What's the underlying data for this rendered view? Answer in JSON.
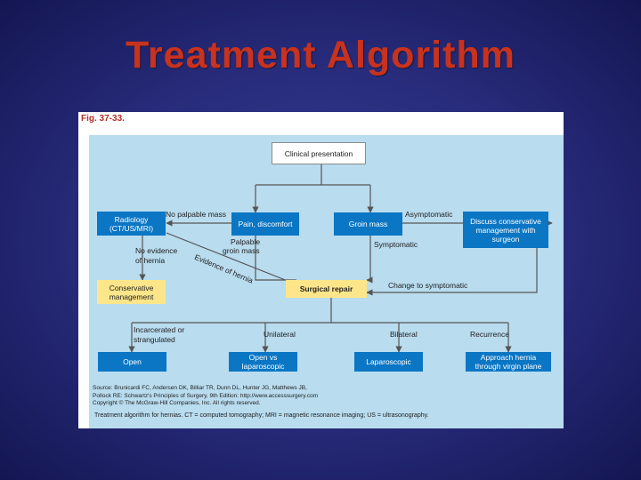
{
  "slide": {
    "title": "Treatment Algorithm"
  },
  "figure": {
    "label": "Fig. 37-33.",
    "nodes": {
      "clinical": "Clinical presentation",
      "radiology": "Radiology (CT/US/MRI)",
      "pain": "Pain, discomfort",
      "groin": "Groin mass",
      "discuss": "Discuss conservative management with surgeon",
      "conservative": "Conservative management",
      "surgical": "Surgical repair",
      "open": "Open",
      "open_lap": "Open vs laparoscopic",
      "laparoscopic": "Laparoscopic",
      "approach": "Approach hernia through virgin plane"
    },
    "edge_labels": {
      "no_palpable": "No palpable mass",
      "asymptomatic": "Asymptomatic",
      "palpable_line1": "Palpable",
      "palpable_line2": "groin mass",
      "symptomatic": "Symptomatic",
      "no_evidence_line1": "No evidence",
      "no_evidence_line2": "of hernia",
      "evidence": "Evidence of hernia",
      "change": "Change to symptomatic",
      "incarcerated_line1": "Incarcerated or",
      "incarcerated_line2": "strangulated",
      "unilateral": "Unilateral",
      "bilateral": "Bilateral",
      "recurrence": "Recurrence"
    },
    "source": [
      "Source: Brunicardi FC, Andersen DK, Billiar TR, Dunn DL, Hunter JG, Matthews JB,",
      "Pollock RE: Schwartz's Principles of Surgery, 9th Edition: http://www.accesssurgery.com",
      "Copyright © The McGraw-Hill Companies, Inc. All rights reserved."
    ],
    "caption": "Treatment algorithm for hernias. CT = computed tomography; MRI = magnetic resonance imaging; US = ultrasonography."
  }
}
